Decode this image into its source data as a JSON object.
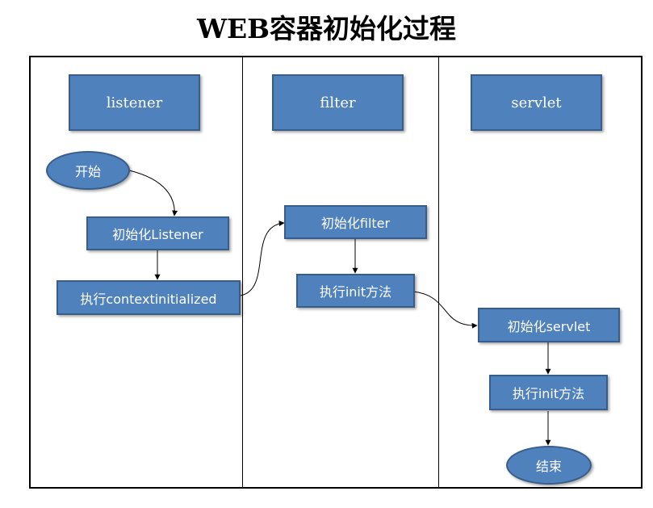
{
  "title": "WEB容器初始化过程",
  "lanes": {
    "listener": "listener",
    "filter": "filter",
    "servlet": "servlet"
  },
  "nodes": {
    "start": "开始",
    "init_listener": "初始化Listener",
    "context_initialized": "执行contextinitialized",
    "init_filter": "初始化filter",
    "filter_init_method": "执行init方法",
    "init_servlet": "初始化servlet",
    "servlet_init_method": "执行init方法",
    "end": "结束"
  },
  "colors": {
    "box_fill": "#4f81bd",
    "box_border": "#385d8a",
    "box_text": "#ffffff",
    "line": "#000000"
  }
}
